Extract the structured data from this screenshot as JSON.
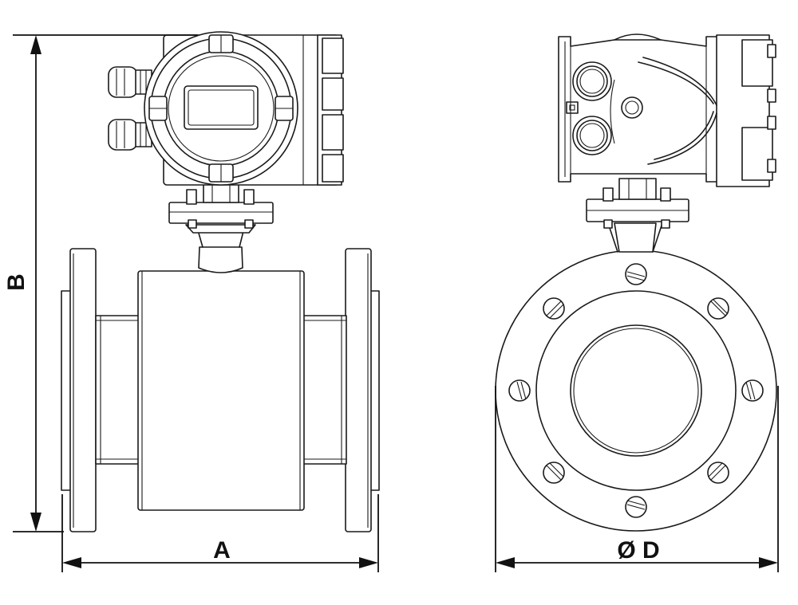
{
  "dimensions": {
    "width_label": "A",
    "height_label": "B",
    "diameter_label": "Ø D"
  },
  "colors": {
    "stroke": "#1a1a1a",
    "background": "#ffffff"
  }
}
